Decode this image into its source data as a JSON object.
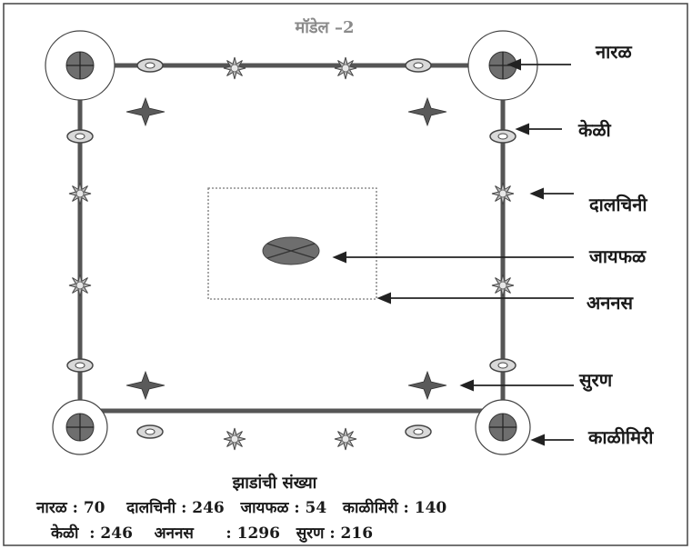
{
  "title": "मॉडेल –2",
  "labels": {
    "coconut": "नारळ",
    "banana": "केळी",
    "cinnamon": "दालचिनी",
    "nutmeg": "जायफळ",
    "pineapple": "अननस",
    "elephant_foot_yam": "सुरण",
    "black_pepper": "काळीमिरी"
  },
  "summary": {
    "heading": "झाडांची संख्या",
    "line1": "नारळ : 70    दालचिनी : 246   जायफळ : 54   काळीमिरी : 140",
    "line2": "केळी  : 246    अननस      : 1296   सुरण : 216"
  },
  "colors": {
    "line": "#555555",
    "fill_dark": "#6e6e6e",
    "fill_light": "#d9d9d9",
    "text": "#1a1a1a"
  }
}
